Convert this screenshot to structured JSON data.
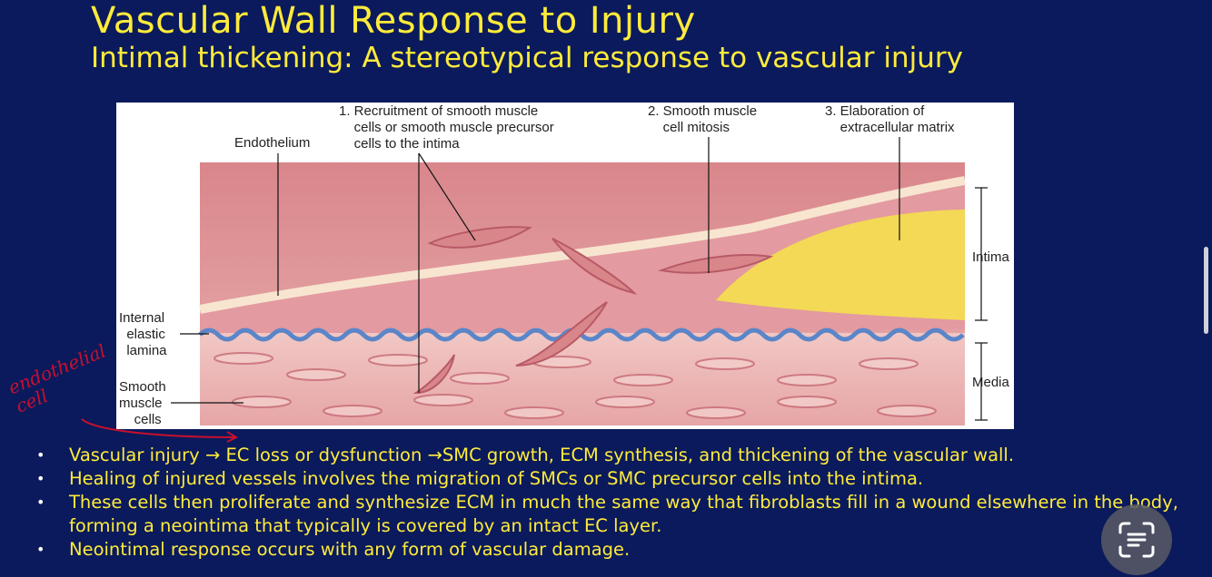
{
  "slide": {
    "title": "Vascular Wall Response to Injury",
    "subtitle": "Intimal thickening: A stereotypical response to vascular injury"
  },
  "figure": {
    "labels": {
      "step1": "1. Recruitment of smooth muscle\n    cells or smooth muscle precursor\n    cells to the intima",
      "step2": "2. Smooth muscle\n    cell mitosis",
      "step3": "3. Elaboration of\n    extracellular matrix",
      "endothelium": "Endothelium",
      "internal_elastic_lamina": "Internal\n  elastic\n  lamina",
      "smooth_muscle_cells": "Smooth\nmuscle\n    cells",
      "intima": "Intima",
      "media": "Media"
    },
    "colors": {
      "tissue": "#e9a9a8",
      "vessel_wall": "#d9868b",
      "elastic_lamina": "#5a86c9",
      "matrix": "#f4e04d",
      "endothelium": "#f7e5d0"
    }
  },
  "annotation": {
    "handwritten": "endothelial\ncell"
  },
  "bullets": [
    "Vascular injury → EC loss or dysfunction →SMC growth, ECM synthesis, and thickening of the vascular wall.",
    "Healing of injured vessels involves the migration of SMCs or SMC precursor cells into the intima.",
    "These cells then proliferate and synthesize ECM in much the same way that fibroblasts fill in a wound elsewhere in the body, forming a neointima that typically is covered by an intact EC layer.",
    "Neointimal response occurs with any form of vascular damage."
  ],
  "overlay": {
    "lens_icon": "text-scan-icon"
  }
}
